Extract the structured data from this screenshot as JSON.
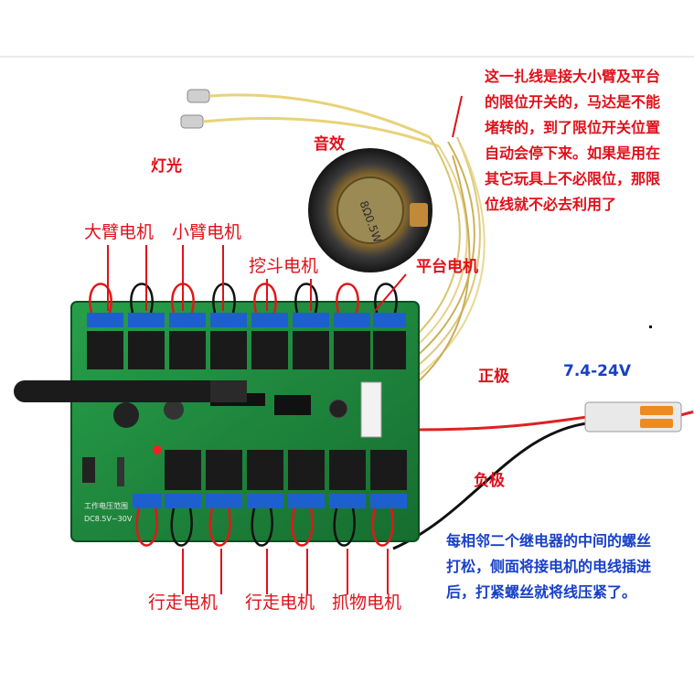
{
  "labels": {
    "light": "灯光",
    "sound": "音效",
    "big_arm_motor": "大臂电机",
    "small_arm_motor": "小臂电机",
    "bucket_motor": "挖斗电机",
    "platform_motor": "平台电机",
    "positive": "正极",
    "voltage": "7.4-24V",
    "negative": "负极",
    "travel_motor_1": "行走电机",
    "travel_motor_2": "行走电机",
    "grab_motor": "抓物电机"
  },
  "top_note": [
    "这一扎线是接大小臂及平台",
    "的限位开关的，马达是不能",
    "堵转的，到了限位开关位置",
    "自动会停下来。如果是用在",
    "其它玩具上不必限位，那限",
    "位线就不必去利用了"
  ],
  "bottom_note": [
    "每相邻二个继电器的中间的螺丝",
    "打松，侧面将接电机的电线插进",
    "后，打紧螺丝就将线压紧了。"
  ],
  "board": {
    "side_text": "工作电压范围",
    "voltage_text": "DC8.5V~30V"
  },
  "speaker_text": "8Ω0.5W",
  "colors": {
    "board_green": "#1f8a3c",
    "label_red": "#e0101a",
    "label_blue": "#1840c8",
    "terminal_blue": "#1e5fd0",
    "relay_black": "#1a1a1a"
  }
}
